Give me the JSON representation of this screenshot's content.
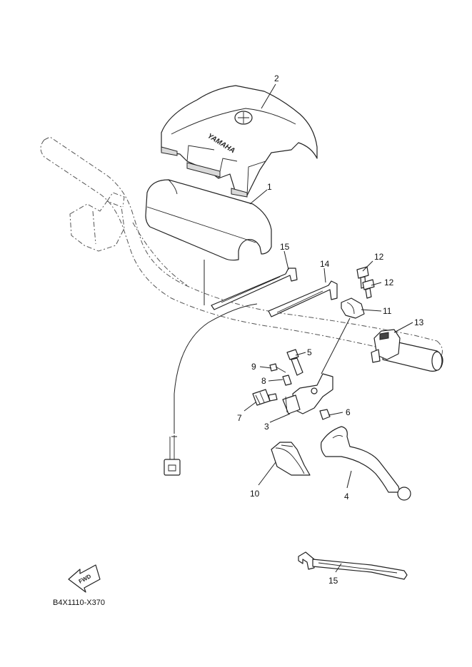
{
  "diagram": {
    "code": "B4X1110-X370",
    "pad_logo": "YAMAHA",
    "fwd_label": "FWD",
    "callouts": {
      "c1": "1",
      "c2": "2",
      "c3": "3",
      "c4": "4",
      "c5": "5",
      "c6": "6",
      "c7": "7",
      "c8": "8",
      "c9": "9",
      "c10": "10",
      "c11": "11",
      "c12a": "12",
      "c12b": "12",
      "c13": "13",
      "c14": "14",
      "c15a": "15",
      "c15b": "15"
    }
  }
}
